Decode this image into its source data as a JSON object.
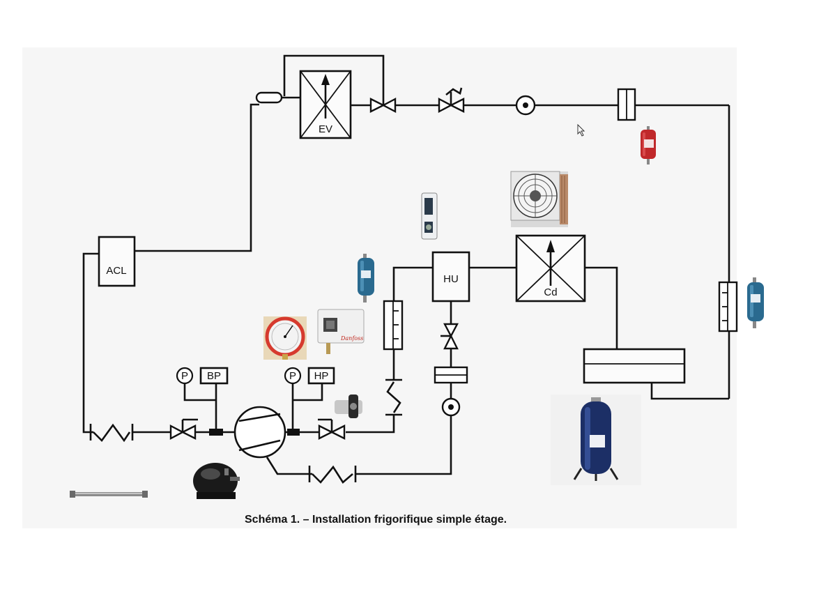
{
  "labels": {
    "evaporator": "EV",
    "condenser": "Cd",
    "accumulator": "ACL",
    "oil_separator": "HU",
    "low_pressure_switch": "BP",
    "high_pressure_switch": "HP",
    "gauge_low": "P",
    "gauge_high": "P",
    "pressure_switch_brand": "Danfoss"
  },
  "caption": "Schéma 1. – Installation frigorifique simple étage.",
  "colors": {
    "line": "#111111",
    "filter_drier_red": "#c0282a",
    "filter_drier_blue": "#2a6a8f",
    "receiver_blue": "#1c2f66",
    "gauge_red": "#d63a2e"
  },
  "icons": [
    "cursor-arrow-icon",
    "fan-icon",
    "gauge-icon",
    "compressor-icon"
  ]
}
